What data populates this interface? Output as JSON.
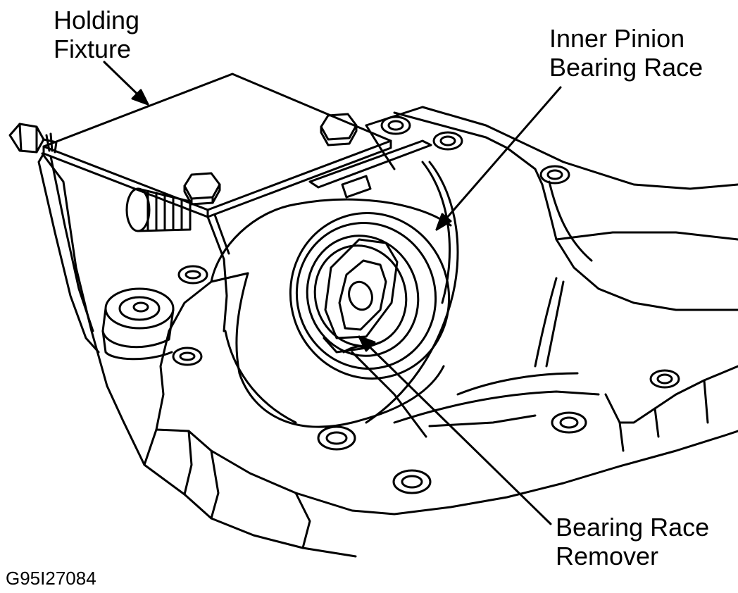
{
  "labels": {
    "holding_fixture": [
      "Holding",
      "Fixture"
    ],
    "inner_pinion_bearing_race": [
      "Inner Pinion",
      "Bearing Race"
    ],
    "bearing_race_remover": [
      "Bearing Race",
      "Remover"
    ]
  },
  "figure_id": "G95I27084",
  "colors": {
    "ink": "#000000",
    "paper": "#ffffff"
  }
}
